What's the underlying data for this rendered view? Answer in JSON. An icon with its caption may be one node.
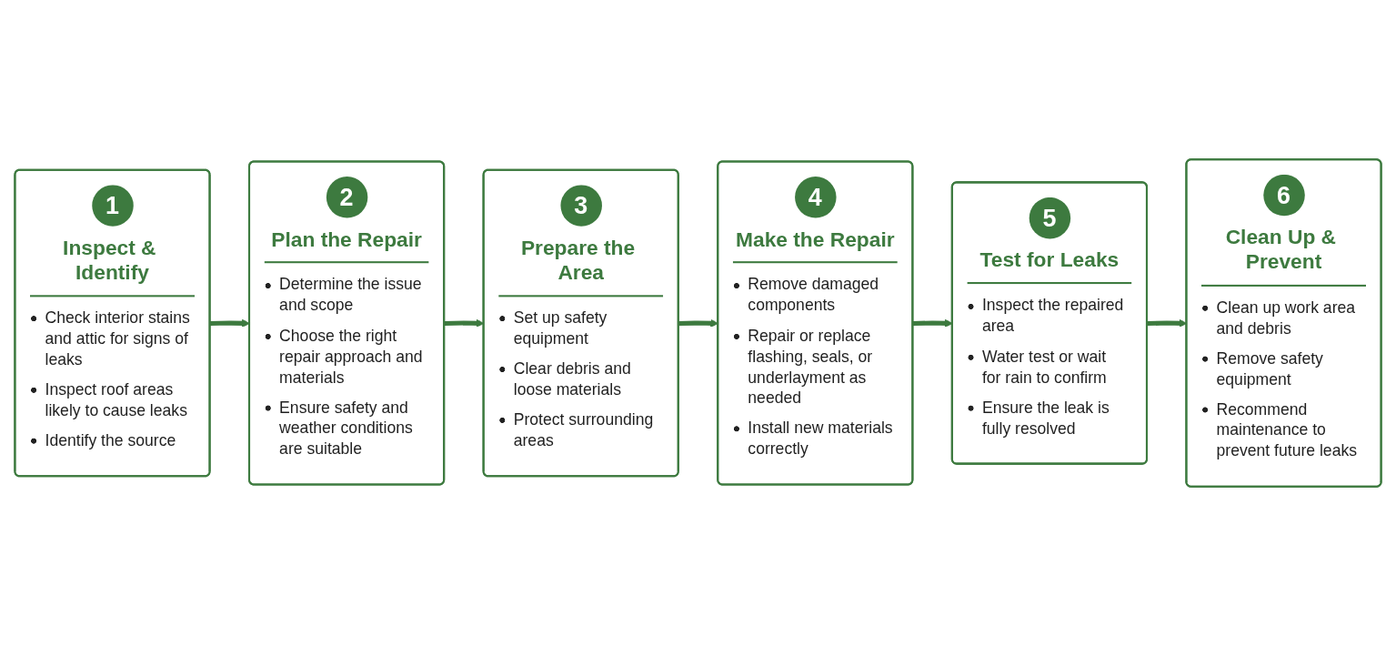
{
  "diagram": {
    "nodes": [
      {
        "text": [
          "1",
          "Inspect & Identify",
          "Check interior stains and attic for signs of leaks",
          "Inspect roof areas likely to cause leaks",
          "Identify the source"
        ]
      },
      {
        "text": [
          "2",
          "Plan the Repair",
          "Determine the issue and scope",
          "Choose the right repair approach and materials",
          "Ensure safety and weather conditions are suitable"
        ]
      },
      {
        "text": [
          "3",
          "Prepare the Area",
          "Set up safety equipment",
          "Clear debris and loose materials",
          "Protect surrounding areas"
        ]
      },
      {
        "text": [
          "4",
          "Make the Repair",
          "Remove damaged components",
          "Repair or replace flashing, seals, or underlayment as needed",
          "Install new materials correctly"
        ]
      },
      {
        "text": [
          "5",
          "Test for Leaks",
          "Inspect the repaired area",
          "Water test or wait for rain to confirm",
          "Ensure the leak is fully resolved"
        ]
      },
      {
        "text": [
          "6",
          "Clean Up & Prevent",
          "Clean up work area and debris",
          "Remove safety equipment",
          "Recommend maintenance to prevent future leaks"
        ]
      }
    ],
    "edges": [
      {
        "from": 0,
        "to": 1,
        "arrow": "to"
      },
      {
        "from": 1,
        "to": 2,
        "arrow": "to"
      },
      {
        "from": 2,
        "to": 3,
        "arrow": "to"
      },
      {
        "from": 3,
        "to": 4,
        "arrow": "to"
      },
      {
        "from": 4,
        "to": 5,
        "arrow": "to"
      }
    ]
  }
}
